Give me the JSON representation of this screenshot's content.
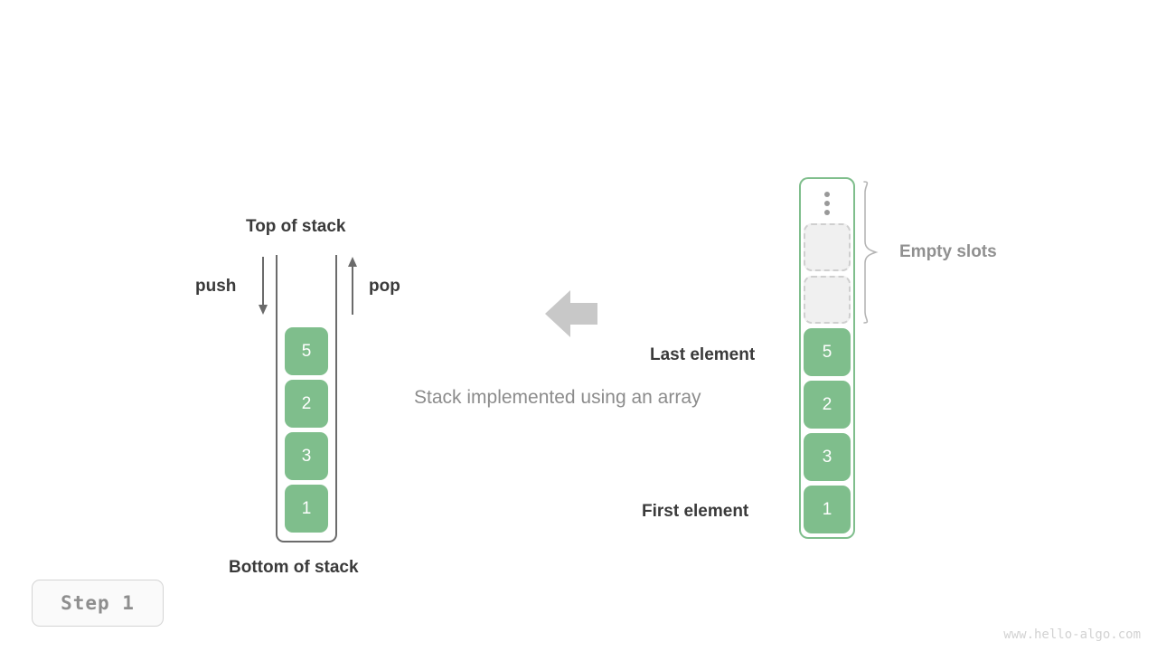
{
  "diagram": {
    "caption": "Stack implemented using an array",
    "watermark": "www.hello-algo.com",
    "step_badge": "Step 1",
    "colors": {
      "element_fill": "#7fbe8c",
      "element_text": "#ffffff",
      "array_border": "#7fbe8c",
      "stack_border": "#6b6b6b",
      "empty_slot_fill": "#f0f0f0",
      "empty_slot_border": "#cfcfcf",
      "transform_arrow": "#c8c8c8",
      "label_dark": "#3a3a3a",
      "label_gray": "#909090"
    }
  },
  "stack": {
    "top_label": "Top of stack",
    "bottom_label": "Bottom of stack",
    "push_label": "push",
    "pop_label": "pop",
    "push_icon": "arrow-down-icon",
    "pop_icon": "arrow-up-icon",
    "elements": [
      {
        "value": "5"
      },
      {
        "value": "2"
      },
      {
        "value": "3"
      },
      {
        "value": "1"
      }
    ]
  },
  "array": {
    "empty_slots_label": "Empty slots",
    "last_element_label": "Last element",
    "first_element_label": "First element",
    "ellipsis_icon": "vertical-ellipsis-icon",
    "brace_icon": "curly-brace-icon",
    "empty_slot_count": 2,
    "elements": [
      {
        "value": "5"
      },
      {
        "value": "2"
      },
      {
        "value": "3"
      },
      {
        "value": "1"
      }
    ]
  },
  "transform": {
    "arrow_icon": "arrow-left-icon",
    "direction": "left"
  }
}
